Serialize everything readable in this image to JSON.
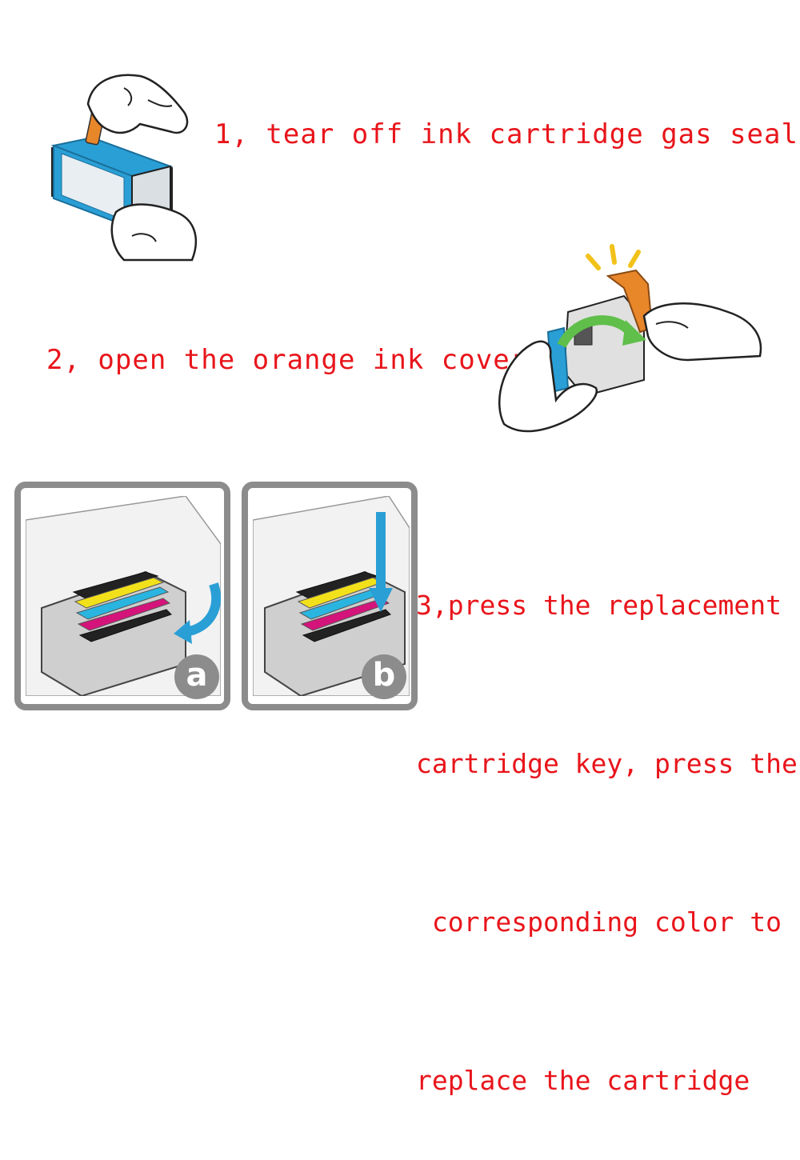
{
  "steps": [
    {
      "text": "1, tear off ink cartridge gas seal"
    },
    {
      "text": "2, open the orange ink cover"
    },
    {
      "lines": [
        "3,press the replacement",
        "cartridge key, press the",
        " corresponding color to",
        "replace the cartridge"
      ]
    }
  ],
  "panels": [
    {
      "badge": "a"
    },
    {
      "badge": "b"
    }
  ],
  "colors": {
    "text": "#e8151b",
    "cartridge_blue": "#2a9fd6",
    "cover_orange": "#e8862a",
    "arrow_green": "#5fbf4a",
    "panel_gray": "#8c8c8c",
    "magenta": "#d4147a",
    "yellow": "#f2e11a",
    "cyan": "#2ab4e0"
  }
}
